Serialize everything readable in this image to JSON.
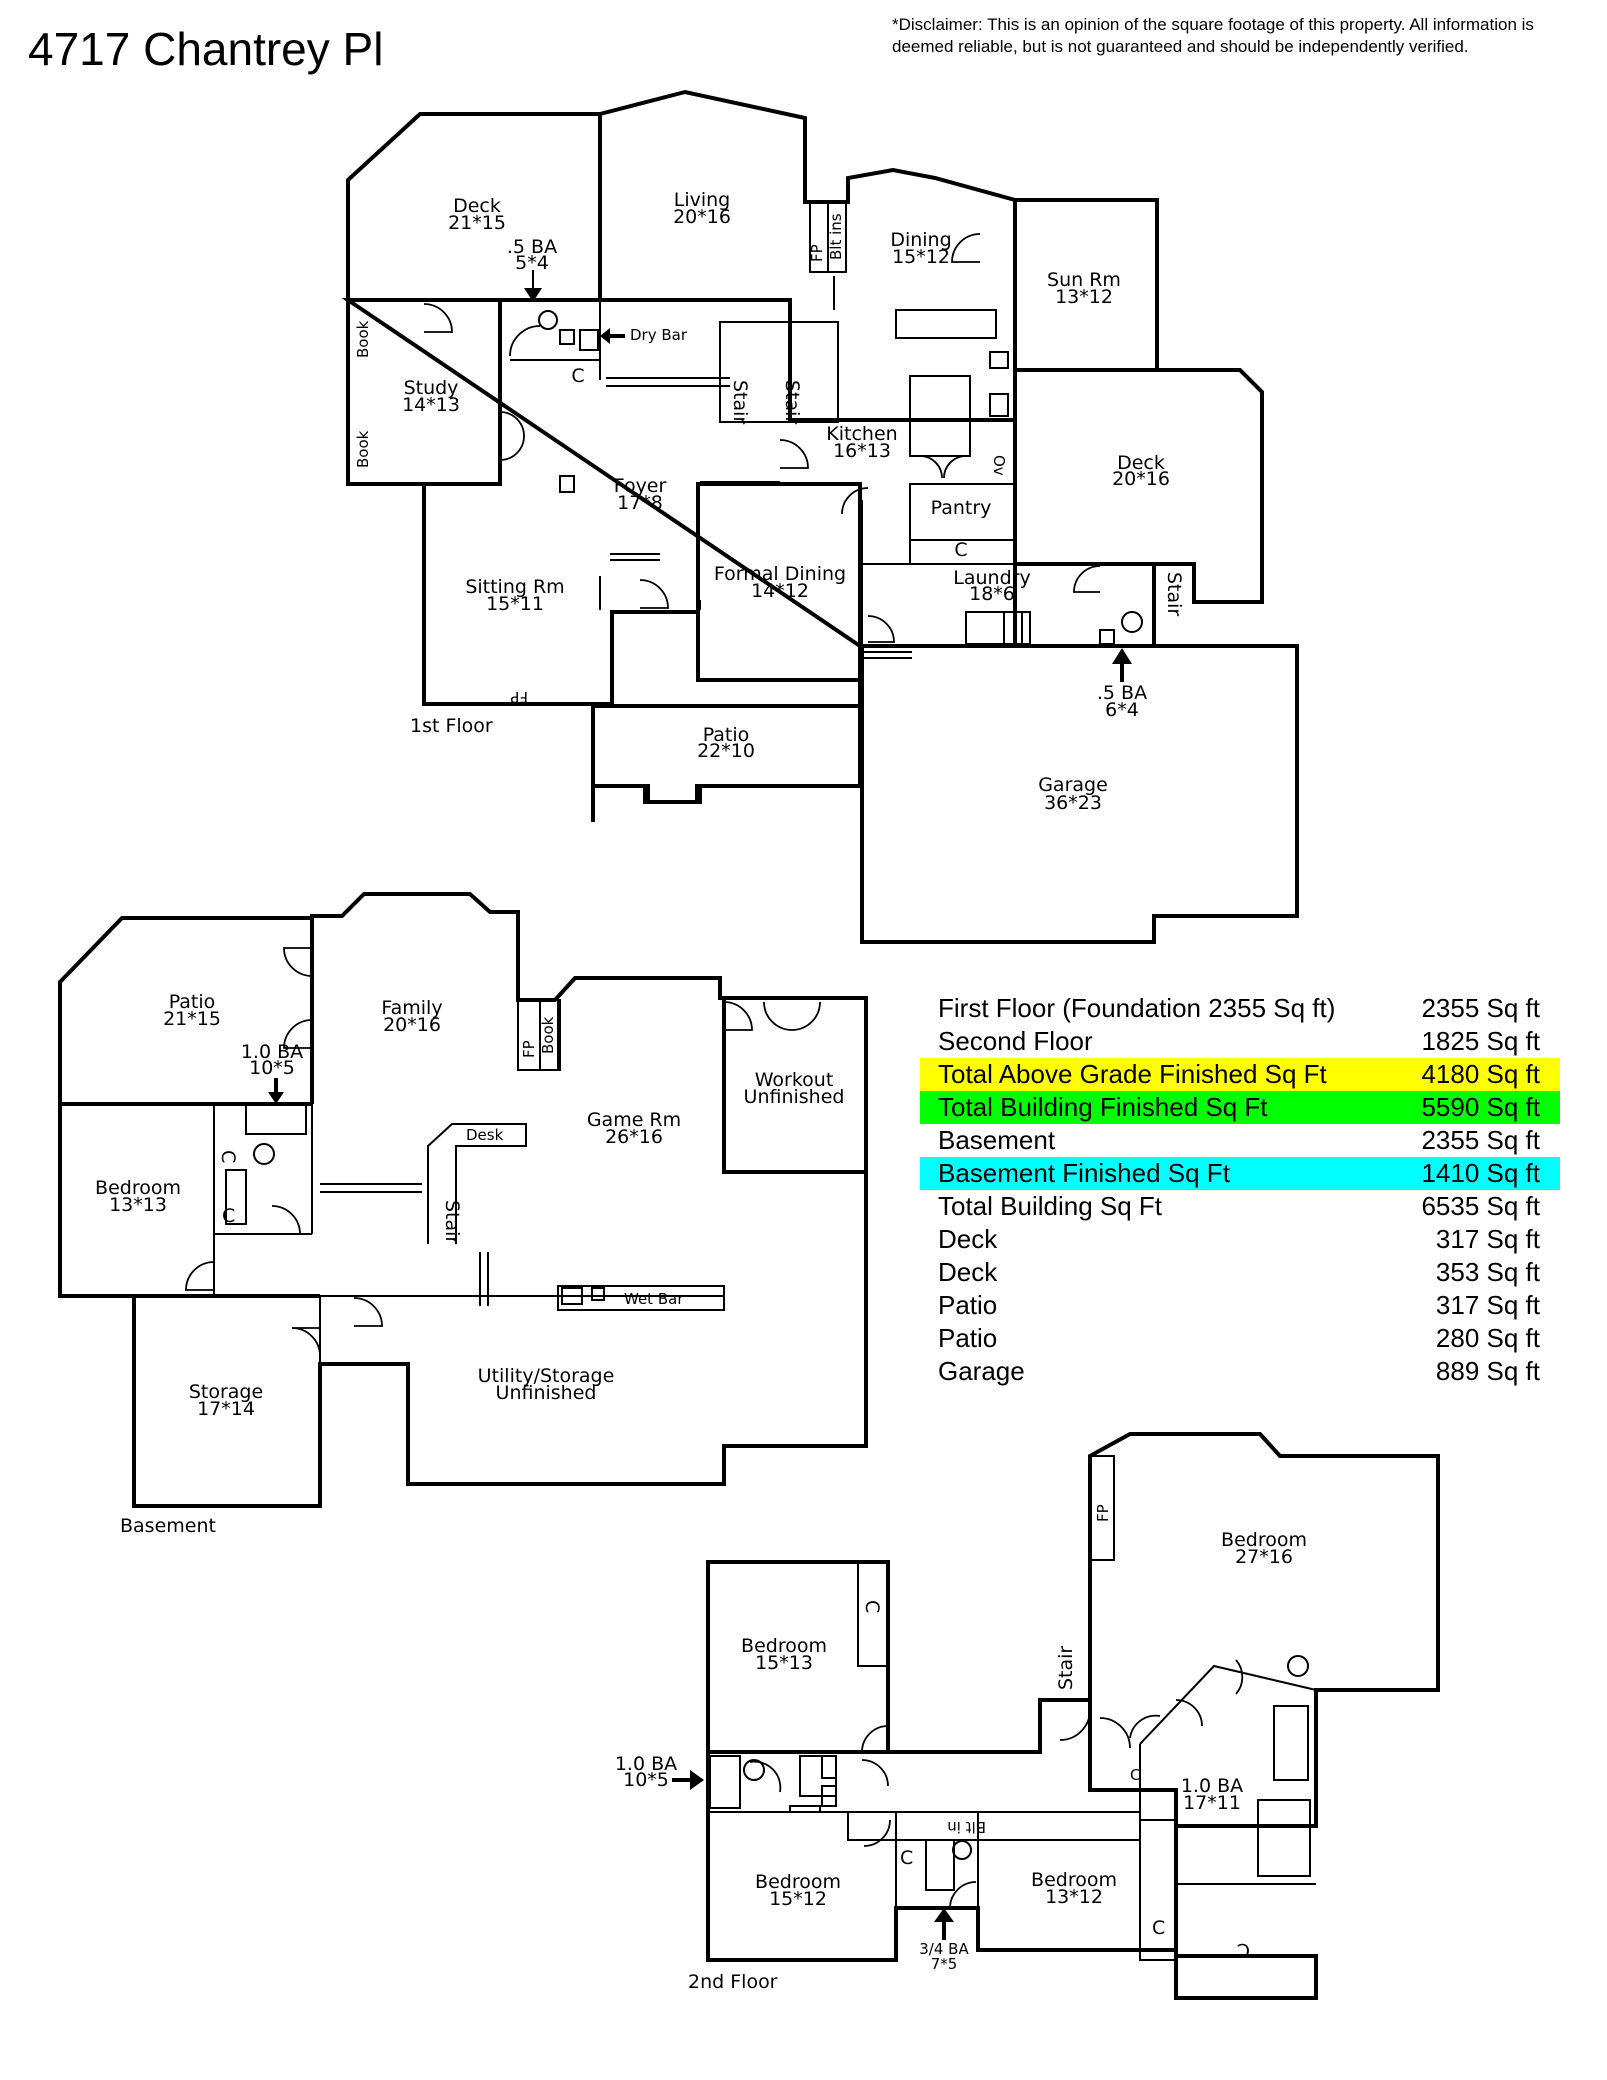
{
  "title": "4717 Chantrey Pl",
  "disclaimer": "*Disclaimer: This is an opinion of the square footage of this property. All information is deemed reliable, but is not guaranteed and should be independently verified.",
  "floors": [
    {
      "label": "1st Floor",
      "rooms": [
        {
          "id": "deck1",
          "name": "Deck",
          "dims": "21*15"
        },
        {
          "id": "half-ba-1",
          "name": ".5 BA",
          "dims": "5*4"
        },
        {
          "id": "living",
          "name": "Living",
          "dims": "20*16"
        },
        {
          "id": "dining",
          "name": "Dining",
          "dims": "15*12"
        },
        {
          "id": "sunrm",
          "name": "Sun Rm",
          "dims": "13*12"
        },
        {
          "id": "study",
          "name": "Study",
          "dims": "14*13"
        },
        {
          "id": "kitchen",
          "name": "Kitchen",
          "dims": "16*13"
        },
        {
          "id": "deck2",
          "name": "Deck",
          "dims": "20*16"
        },
        {
          "id": "foyer",
          "name": "Foyer",
          "dims": "17*8"
        },
        {
          "id": "sitting",
          "name": "Sitting Rm",
          "dims": "15*11"
        },
        {
          "id": "formal",
          "name": "Formal Dining",
          "dims": "14*12"
        },
        {
          "id": "laundry",
          "name": "Laundry",
          "dims": "18*6"
        },
        {
          "id": "half-ba-2",
          "name": ".5 BA",
          "dims": "6*4"
        },
        {
          "id": "patio1",
          "name": "Patio",
          "dims": "22*10"
        },
        {
          "id": "garage",
          "name": "Garage",
          "dims": "36*23"
        }
      ],
      "labels": {
        "dry_bar": "Dry Bar",
        "book": "Book",
        "fp": "FP",
        "blt_ins": "Blt ins",
        "stair": "Stair",
        "pantry": "Pantry",
        "closet": "C",
        "ov": "Ov"
      }
    },
    {
      "label": "Basement",
      "rooms": [
        {
          "id": "patio2",
          "name": "Patio",
          "dims": "21*15"
        },
        {
          "id": "family",
          "name": "Family",
          "dims": "20*16"
        },
        {
          "id": "ba-b",
          "name": "1.0 BA",
          "dims": "10*5"
        },
        {
          "id": "gamerm",
          "name": "Game Rm",
          "dims": "26*16"
        },
        {
          "id": "workout",
          "name": "Workout",
          "dims": "Unfinished"
        },
        {
          "id": "bed-b",
          "name": "Bedroom",
          "dims": "13*13"
        },
        {
          "id": "storage",
          "name": "Storage",
          "dims": "17*14"
        },
        {
          "id": "utility",
          "name": "Utility/Storage",
          "dims": "Unfinished"
        }
      ],
      "labels": {
        "desk": "Desk",
        "stair": "Stair",
        "wet_bar": "Wet Bar",
        "fp": "FP",
        "book": "Book",
        "closet": "C"
      }
    },
    {
      "label": "2nd Floor",
      "rooms": [
        {
          "id": "master",
          "name": "Bedroom",
          "dims": "27*16"
        },
        {
          "id": "bed2a",
          "name": "Bedroom",
          "dims": "15*13"
        },
        {
          "id": "ba2a",
          "name": "1.0 BA",
          "dims": "10*5"
        },
        {
          "id": "bed2b",
          "name": "Bedroom",
          "dims": "15*12"
        },
        {
          "id": "bed2c",
          "name": "Bedroom",
          "dims": "13*12"
        },
        {
          "id": "ba2b",
          "name": "1.0 BA",
          "dims": "17*11"
        },
        {
          "id": "ba2c",
          "name": "3/4 BA",
          "dims": "7*5"
        }
      ],
      "labels": {
        "stair": "Stair",
        "fp": "FP",
        "blt_in": "Blt in",
        "closet": "C"
      }
    }
  ],
  "sqft_table": [
    {
      "label": "First Floor (Foundation 2355 Sq ft)",
      "value": "2355 Sq ft",
      "highlight": ""
    },
    {
      "label": "Second Floor",
      "value": "1825 Sq ft",
      "highlight": ""
    },
    {
      "label": "Total Above Grade Finished Sq Ft",
      "value": "4180 Sq ft",
      "highlight": "#ffff00"
    },
    {
      "label": "Total Building Finished Sq Ft",
      "value": "5590 Sq ft",
      "highlight": "#00ff00"
    },
    {
      "label": "Basement",
      "value": "2355 Sq ft",
      "highlight": ""
    },
    {
      "label": "Basement Finished Sq Ft",
      "value": "1410 Sq ft",
      "highlight": "#00ffff"
    },
    {
      "label": "Total Building Sq Ft",
      "value": "6535 Sq ft",
      "highlight": ""
    },
    {
      "label": "Deck",
      "value": "317 Sq ft",
      "highlight": ""
    },
    {
      "label": "Deck",
      "value": "353 Sq ft",
      "highlight": ""
    },
    {
      "label": "Patio",
      "value": "317 Sq ft",
      "highlight": ""
    },
    {
      "label": "Patio",
      "value": "280 Sq ft",
      "highlight": ""
    },
    {
      "label": "Garage",
      "value": "889 Sq  ft",
      "highlight": ""
    }
  ]
}
